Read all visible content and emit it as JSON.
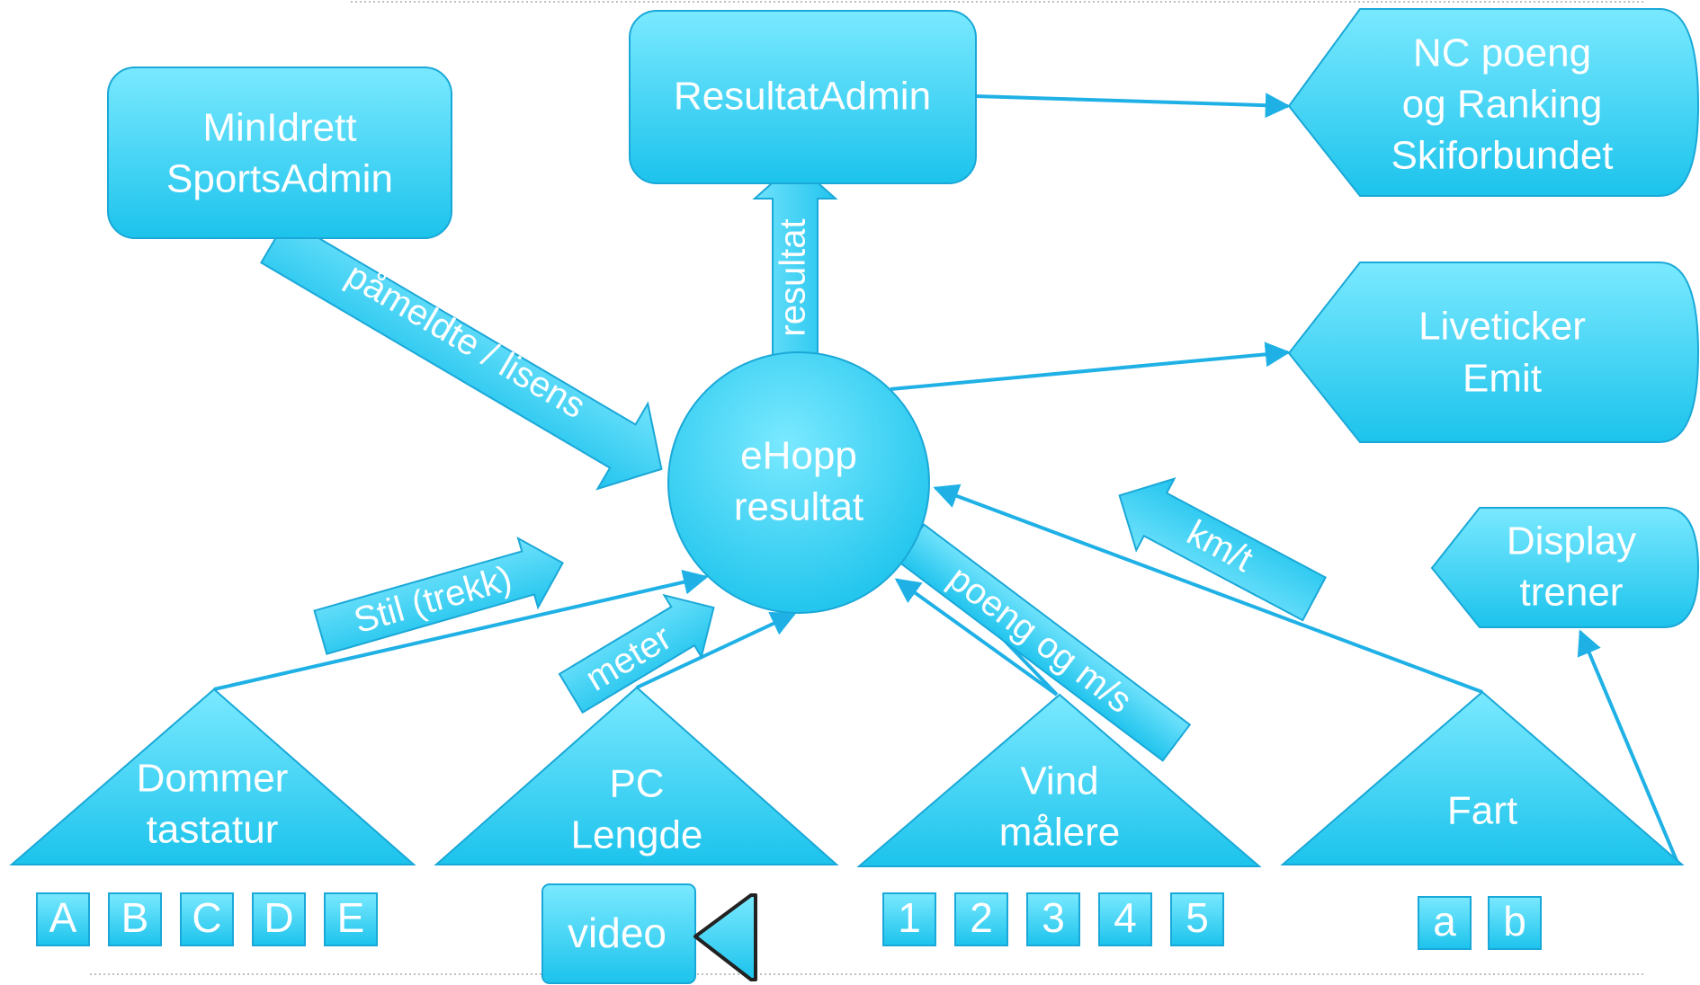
{
  "nodes": {
    "minidrett": {
      "line1": "MinIdrett",
      "line2": "SportsAdmin"
    },
    "resultatadmin": {
      "line1": "ResultatAdmin"
    },
    "nc_poeng": {
      "line1": "NC poeng",
      "line2": "og Ranking",
      "line3": "Skiforbundet"
    },
    "liveticker": {
      "line1": "Liveticker",
      "line2": "Emit"
    },
    "ehopp": {
      "line1": "eHopp",
      "line2": "resultat"
    },
    "display": {
      "line1": "Display",
      "line2": "trener"
    },
    "dommer": {
      "line1": "Dommer",
      "line2": "tastatur"
    },
    "pc": {
      "line1": "PC",
      "line2": "Lengde"
    },
    "vind": {
      "line1": "Vind",
      "line2": "målere"
    },
    "fart": {
      "line1": "Fart"
    }
  },
  "arrow_labels": {
    "pameldte": "påmeldte / lisens",
    "resultat": "resultat",
    "stil": "Stil (trekk)",
    "meter": "meter",
    "poeng": "poeng og m/s",
    "kmt": "km/t"
  },
  "keys": {
    "dommer": [
      "A",
      "B",
      "C",
      "D",
      "E"
    ],
    "video": "video",
    "vind": [
      "1",
      "2",
      "3",
      "4",
      "5"
    ],
    "fart": [
      "a",
      "b"
    ]
  },
  "colors": {
    "fill_light": "#7ae9ff",
    "fill_dark": "#1cc3ec",
    "stroke": "#1aa8d8",
    "line": "#1fb1e6",
    "text": "#ffffff"
  }
}
